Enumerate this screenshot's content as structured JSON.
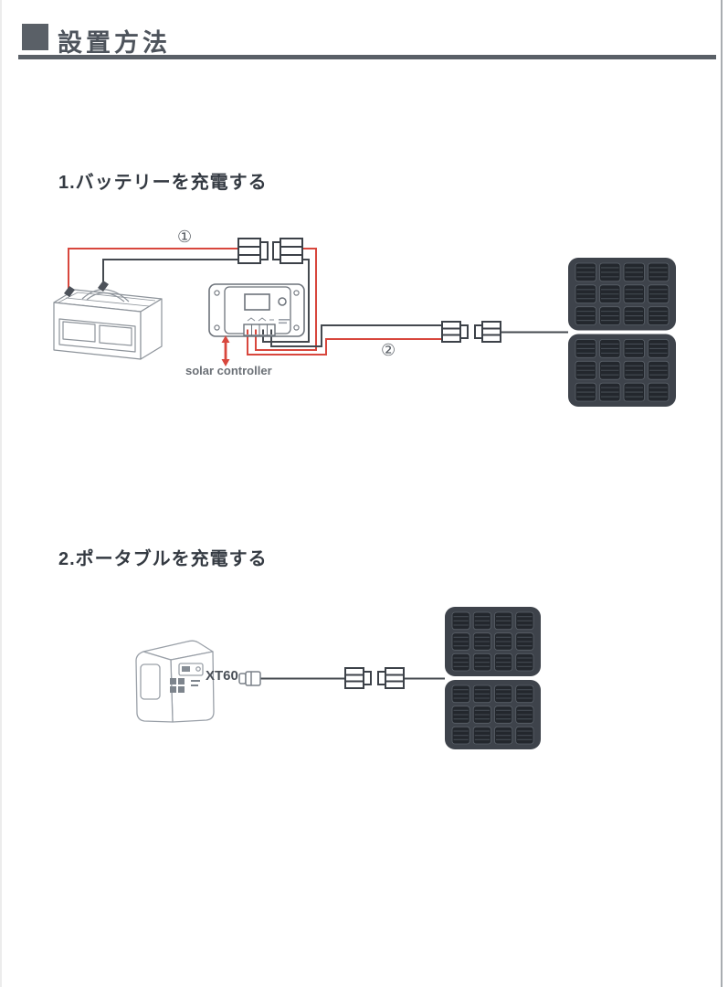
{
  "header": {
    "title": "設置方法"
  },
  "sections": [
    {
      "title": "1.バッテリーを充電する",
      "labels": {
        "step1": "①",
        "step2": "②",
        "controller": "solar controller"
      },
      "illustrations": [
        "battery",
        "solar-controller",
        "mc4-connector-pair",
        "foldable-solar-panel"
      ]
    },
    {
      "title": "2.ポータブルを充電する",
      "labels": {
        "plug": "XT60"
      },
      "illustrations": [
        "portable-power-station",
        "xt60-plug",
        "mc4-connector-pair",
        "foldable-solar-panel"
      ]
    }
  ],
  "colors": {
    "heading_gray": "#5a6067",
    "wire_red": "#d8473d",
    "wire_black": "#44494f",
    "panel_dark": "#3e434b"
  }
}
